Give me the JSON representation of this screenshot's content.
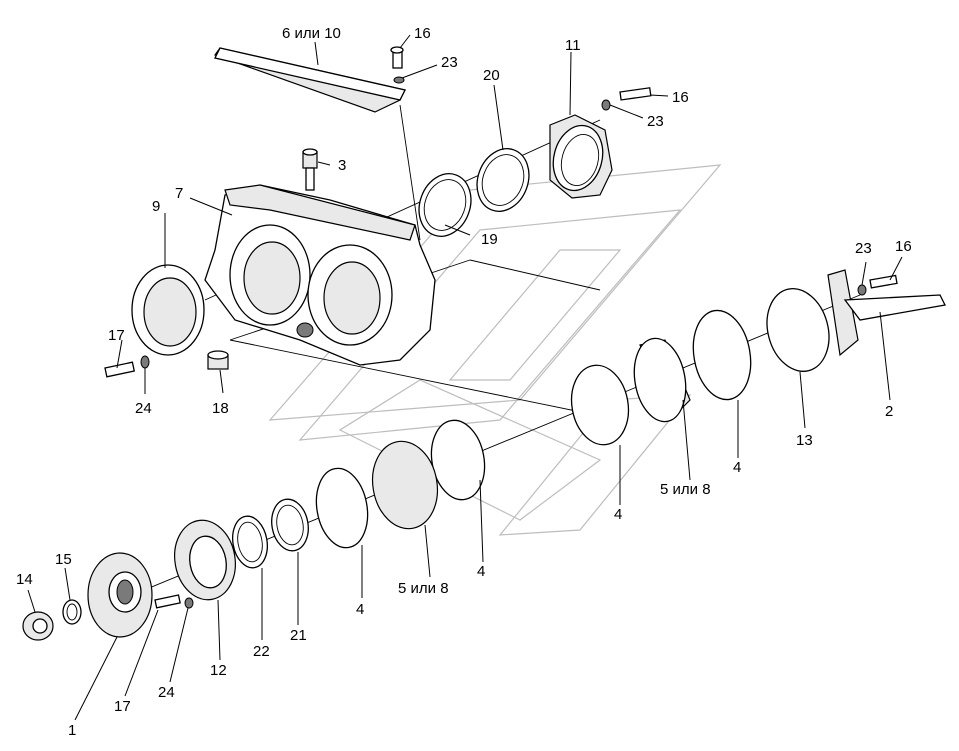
{
  "callouts": [
    {
      "id": "c1",
      "text": "1"
    },
    {
      "id": "c2",
      "text": "2"
    },
    {
      "id": "c3",
      "text": "3"
    },
    {
      "id": "c4a",
      "text": "4"
    },
    {
      "id": "c4b",
      "text": "4"
    },
    {
      "id": "c4c",
      "text": "4"
    },
    {
      "id": "c4d",
      "text": "4"
    },
    {
      "id": "c5a",
      "text": "5 или 8"
    },
    {
      "id": "c5b",
      "text": "5 или 8"
    },
    {
      "id": "c6",
      "text": "6 или 10"
    },
    {
      "id": "c7",
      "text": "7"
    },
    {
      "id": "c9",
      "text": "9"
    },
    {
      "id": "c11",
      "text": "11"
    },
    {
      "id": "c12",
      "text": "12"
    },
    {
      "id": "c13",
      "text": "13"
    },
    {
      "id": "c14",
      "text": "14"
    },
    {
      "id": "c15",
      "text": "15"
    },
    {
      "id": "c16a",
      "text": "16"
    },
    {
      "id": "c16b",
      "text": "16"
    },
    {
      "id": "c16c",
      "text": "16"
    },
    {
      "id": "c17a",
      "text": "17"
    },
    {
      "id": "c17b",
      "text": "17"
    },
    {
      "id": "c18",
      "text": "18"
    },
    {
      "id": "c19",
      "text": "19"
    },
    {
      "id": "c20",
      "text": "20"
    },
    {
      "id": "c21",
      "text": "21"
    },
    {
      "id": "c22",
      "text": "22"
    },
    {
      "id": "c23a",
      "text": "23"
    },
    {
      "id": "c23b",
      "text": "23"
    },
    {
      "id": "c23c",
      "text": "23"
    },
    {
      "id": "c24a",
      "text": "24"
    },
    {
      "id": "c24b",
      "text": "24"
    }
  ],
  "colors": {
    "line": "#000000",
    "fill": "#ffffff",
    "shade": "#e9e9e9",
    "watermark": "#bdbdbd"
  }
}
